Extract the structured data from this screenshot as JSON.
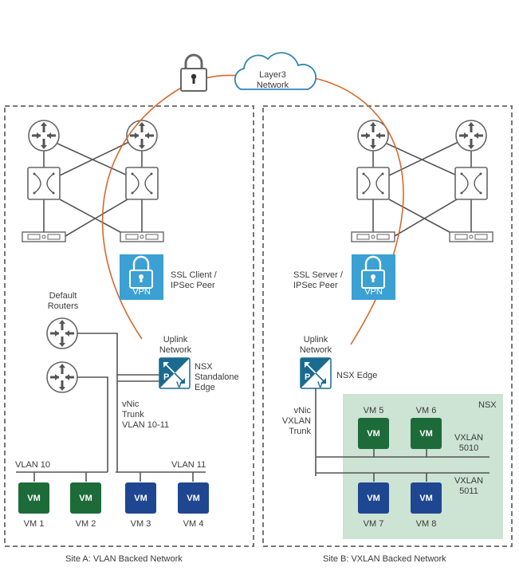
{
  "cloud": {
    "label_line1": "Layer3",
    "label_line2": "Network"
  },
  "site_a": {
    "caption": "Site A: VLAN Backed Network",
    "vpn_role_line1": "SSL Client /",
    "vpn_role_line2": "IPSec Peer",
    "vpn_label": "VPN",
    "default_routers_line1": "Default",
    "default_routers_line2": "Routers",
    "uplink_line1": "Uplink",
    "uplink_line2": "Network",
    "edge_line1": "NSX",
    "edge_line2": "Standalone",
    "edge_line3": "Edge",
    "edge_p": "P",
    "edge_v": "V",
    "trunk_line1": "vNic",
    "trunk_line2": "Trunk",
    "trunk_line3": "VLAN 10-11",
    "vlan_left": "VLAN 10",
    "vlan_right": "VLAN 11",
    "vms": [
      {
        "badge": "VM",
        "name": "VM 1",
        "color": "green"
      },
      {
        "badge": "VM",
        "name": "VM 2",
        "color": "green"
      },
      {
        "badge": "VM",
        "name": "VM 3",
        "color": "blue"
      },
      {
        "badge": "VM",
        "name": "VM 4",
        "color": "blue"
      }
    ]
  },
  "site_b": {
    "caption": "Site B: VXLAN Backed Network",
    "vpn_role_line1": "SSL Server /",
    "vpn_role_line2": "IPSec Peer",
    "vpn_label": "VPN",
    "uplink_line1": "Uplink",
    "uplink_line2": "Network",
    "edge_label": "NSX Edge",
    "edge_p": "P",
    "edge_v": "V",
    "trunk_line1": "vNic",
    "trunk_line2": "VXLAN",
    "trunk_line3": "Trunk",
    "nsx_zone_label": "NSX",
    "vxlan_top_line1": "VXLAN",
    "vxlan_top_line2": "5010",
    "vxlan_bottom_line1": "VXLAN",
    "vxlan_bottom_line2": "5011",
    "vms": [
      {
        "badge": "VM",
        "name": "VM 5",
        "color": "green"
      },
      {
        "badge": "VM",
        "name": "VM 6",
        "color": "green"
      },
      {
        "badge": "VM",
        "name": "VM 7",
        "color": "blue"
      },
      {
        "badge": "VM",
        "name": "VM 8",
        "color": "blue"
      }
    ]
  },
  "colors": {
    "tunnel": "#d4692f",
    "cloud_stroke": "#2f86b0",
    "vpn_fill": "#3ba0d3",
    "edge_fill": "#1b6a8f",
    "vm_green": "#1e6b3a",
    "vm_blue": "#1f4690",
    "nsx_zone": "#cde3d4"
  }
}
